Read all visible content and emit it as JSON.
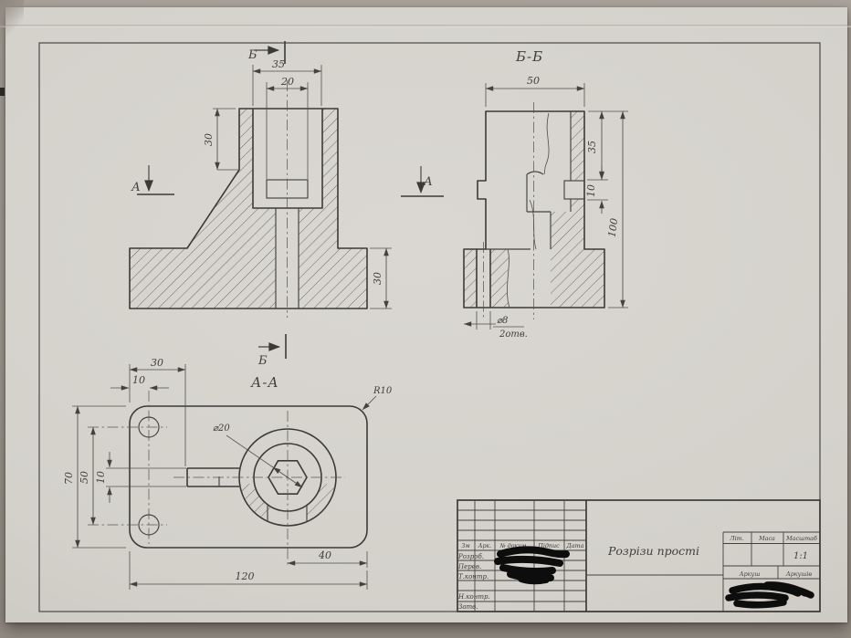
{
  "palette": {
    "paper": "#d4d1cb",
    "background": "#a29b92",
    "pencil": "#3c3a37",
    "ink": "#413f3b"
  },
  "front_view": {
    "marker_b_top": "Б",
    "dim_pocket_width": "35",
    "dim_slot_width": "20",
    "dim_boss_height": "30",
    "dim_base_height": "30",
    "marker_a_left": "А",
    "marker_a_right": "А"
  },
  "section_bb": {
    "title": "Б-Б",
    "dim_width": "50",
    "dim_depth": "35",
    "dim_slot": "10",
    "dim_total_height": "100",
    "dim_hole_dia": "⌀8",
    "dim_hole_count": "2отв."
  },
  "section_aa": {
    "title": "А-А",
    "marker_b_bottom": "Б",
    "dim_30": "30",
    "dim_10_top": "10",
    "dim_70": "70",
    "dim_50": "50",
    "dim_10_slot": "10",
    "dim_hex_dia": "⌀20",
    "dim_corner_radius": "R10",
    "dim_40": "40",
    "dim_120": "120"
  },
  "title_block": {
    "doc_title": "Розрізи прості",
    "scale_value": "1:1",
    "col_zm": "Зм",
    "col_ark": "Арк.",
    "col_ndoc": "№ докум.",
    "col_sign": "Підпис",
    "col_date": "Дата",
    "row_developed": "Розроб.",
    "row_checked": "Перев.",
    "row_tcontrol": "Т.контр.",
    "row_ncontrol": "Н.контр.",
    "row_approved": "Затв.",
    "lit_label": "Літ.",
    "mass_label": "Маса",
    "scale_label": "Масштаб",
    "sheet_label": "Аркуш",
    "sheets_label": "Аркушів"
  }
}
